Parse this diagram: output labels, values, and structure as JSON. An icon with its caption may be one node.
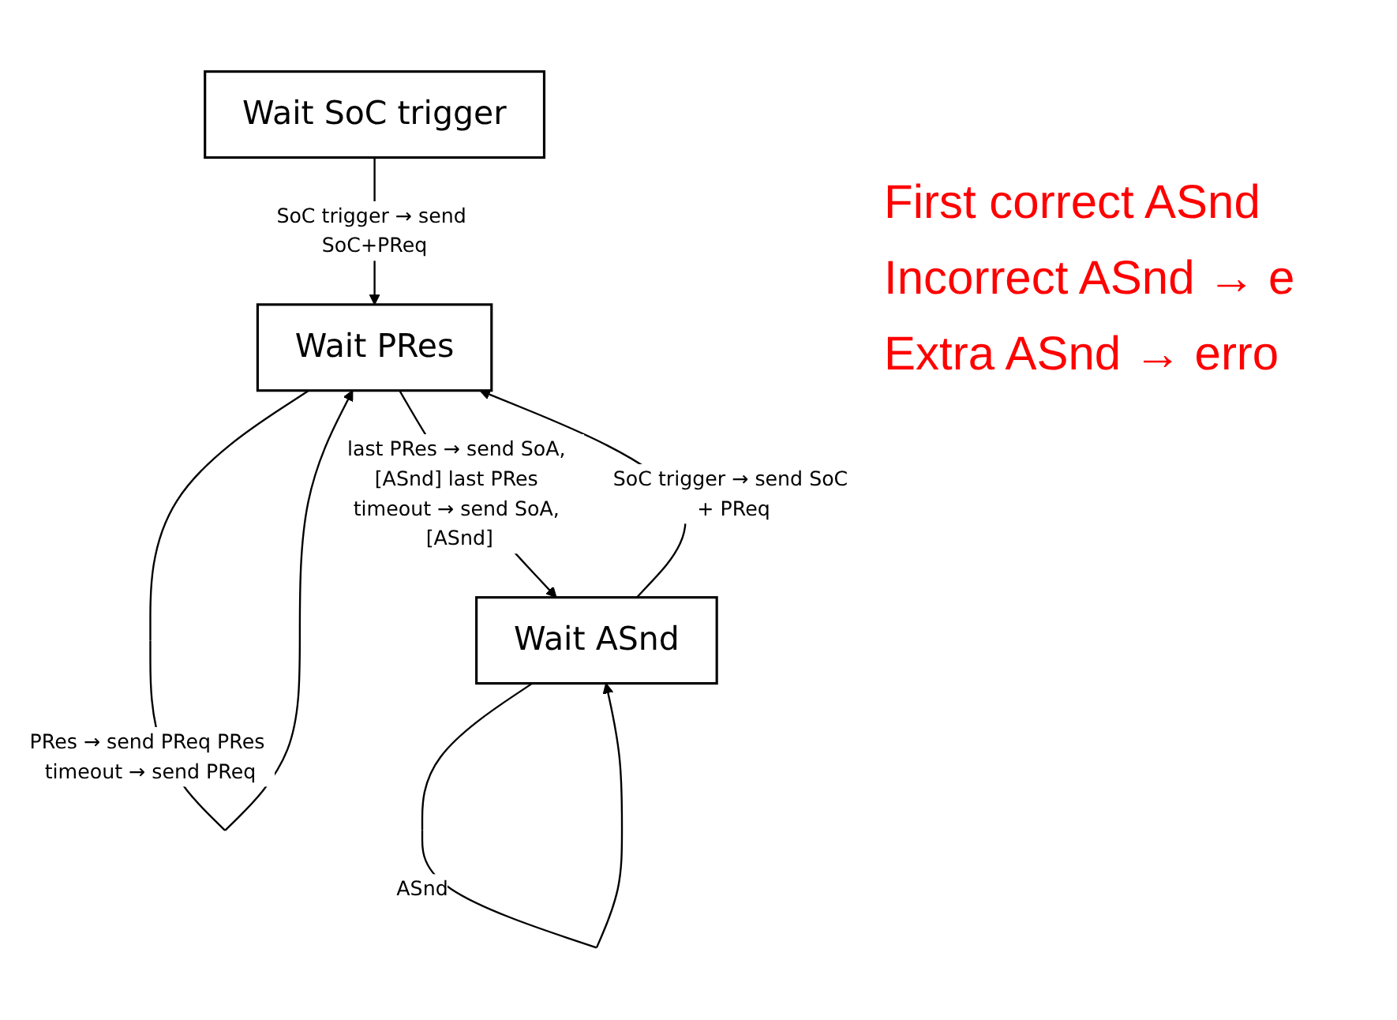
{
  "diagram": {
    "nodes": [
      {
        "text": [
          "Wait SoC trigger"
        ]
      },
      {
        "text": [
          "Wait PRes"
        ]
      },
      {
        "text": [
          "Wait ASnd"
        ]
      }
    ],
    "edges": [
      {
        "from": 0,
        "to": 1,
        "arrow": "to",
        "label": "SoC trigger → send SoC+PReq"
      },
      {
        "from": 1,
        "to": 2,
        "arrow": "to",
        "label": "last PRes → send SoA, [ASnd] last PRes timeout → send SoA, [ASnd]"
      },
      {
        "from": 2,
        "to": 1,
        "arrow": "to",
        "label": "SoC trigger → send SoC + PReq"
      },
      {
        "from": 1,
        "to": 1,
        "arrow": "to",
        "label": "PRes → send PReq PRes timeout → send PReq"
      },
      {
        "from": 2,
        "to": 2,
        "arrow": "to",
        "label": "ASnd"
      }
    ],
    "labels": [
      "First correct ASnd",
      "Incorrect ASnd → e",
      "Extra ASnd → erro"
    ]
  }
}
